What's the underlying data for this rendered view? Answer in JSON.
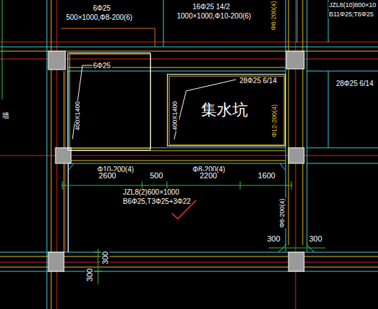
{
  "diagram": {
    "nodes": [
      {
        "text": [
          "6Φ25",
          "400X1400"
        ]
      },
      {
        "text": [
          "28Φ25 6/14",
          "400X1400",
          "集水坑"
        ]
      }
    ],
    "labels": [
      "6Φ25",
      "500×1000,Φ8-200(6)",
      "16Φ25 14/2",
      "1000×1000,Φ10-200(6)",
      "JZL8(10)800×10",
      "B11Φ25;T6Φ25",
      "Φ8-200(4)",
      "墙",
      "Φ10-200(4)",
      "Φ8-200(4)",
      "Φ12-200(4)",
      "28Φ25 6/14",
      "2600",
      "500",
      "2200",
      "1600",
      "JZL8(2)600×1000",
      "B6Φ25,T3Φ25+3Φ22",
      "Φ8-200(4)",
      "300",
      "300",
      "300",
      "300"
    ]
  }
}
